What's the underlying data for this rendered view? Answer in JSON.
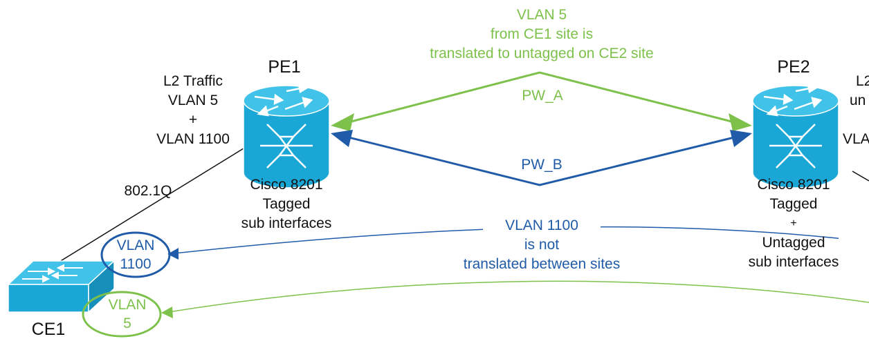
{
  "colors": {
    "green": "#7dc14b",
    "blue": "#1f5ba8",
    "router": "#1aa7d6",
    "router_top": "#41c3e9",
    "switch": "#1aa7d6",
    "text": "#111111"
  },
  "nodes": {
    "pe1": {
      "name": "PE1",
      "model": "Cisco 8201",
      "desc1": "Tagged",
      "desc2": "sub interfaces"
    },
    "pe2": {
      "name": "PE2",
      "model": "Cisco 8201",
      "desc1": "Tagged",
      "desc2": "+",
      "desc3": "Untagged",
      "desc4": "sub interfaces"
    },
    "ce1": {
      "name": "CE1"
    }
  },
  "annotations": {
    "vlan5_note": [
      "VLAN 5",
      "from CE1 site is",
      "translated to untagged on CE2 site"
    ],
    "vlan1100_note": [
      "VLAN 1100",
      "is not",
      "translated between sites"
    ],
    "pe1_traffic": [
      "L2 Traffic",
      "VLAN 5",
      "+",
      "VLAN 1100"
    ],
    "pe2_traffic_partial": [
      "L2",
      "un",
      "VLA"
    ],
    "link_label": "802.1Q",
    "pw_a": "PW_A",
    "pw_b": "PW_B",
    "ce1_vlan_blue": [
      "VLAN",
      "1100"
    ],
    "ce1_vlan_green": [
      "VLAN",
      "5"
    ]
  },
  "icons": [
    "router-icon",
    "switch-icon"
  ]
}
